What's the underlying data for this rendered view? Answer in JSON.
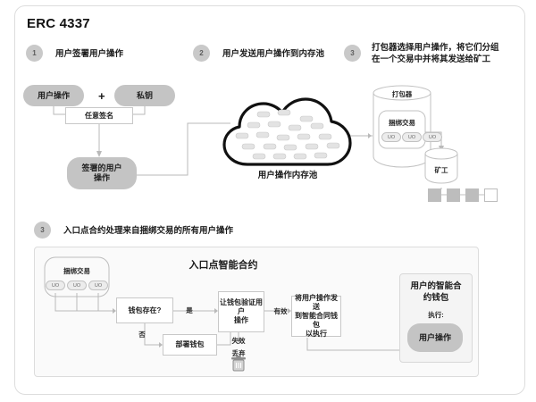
{
  "page": {
    "title": "ERC 4337",
    "background": "#ffffff",
    "frame_border": "#dddddd"
  },
  "colors": {
    "pill_fill": "#c4c4c4",
    "badge_fill": "#c9c9c9",
    "line": "#b9b9b9",
    "cloud_stroke": "#000000",
    "block_fill": "#bdbdbd"
  },
  "steps": [
    {
      "number": "1",
      "text": "用户签署用户操作"
    },
    {
      "number": "2",
      "text": "用户发送用户操作到内存池"
    },
    {
      "number": "3",
      "text": "打包器选择用户操作，将它们分组\n在一个交易中并将其发送给矿工"
    },
    {
      "number": "3",
      "text": "入口点合约处理来自捆绑交易的所有用户操作"
    }
  ],
  "step3_line1": "打包器选择用户操作，将它们分组",
  "step3_line2": "在一个交易中并将其发送给矿工",
  "step1_diagram": {
    "user_op": "用户操作",
    "plus": "+",
    "private_key": "私钥",
    "any_signature": "任意签名",
    "signed_user_op_line1": "签署的用户",
    "signed_user_op_line2": "操作"
  },
  "step2_diagram": {
    "mempool_caption": "用户操作内存池"
  },
  "step3_diagram": {
    "bundler": "打包器",
    "bundled_tx": "捆绑交易",
    "uo_items": [
      "UO",
      "UO",
      "UO"
    ],
    "miner": "矿工",
    "blocks": [
      "filled",
      "filled",
      "filled",
      "open"
    ]
  },
  "entrypoint": {
    "section_title": "入口点智能合约",
    "bundled_tx": "捆绑交易",
    "uo_items": [
      "UO",
      "UO",
      "UO"
    ],
    "wallet_exists": "钱包存在?",
    "yes": "是",
    "no": "否",
    "deploy_wallet": "部署钱包",
    "validate_line1": "让钱包验证用户",
    "validate_line2": "操作",
    "valid": "有效",
    "invalid": "失效",
    "discard": "丢弃",
    "send_line1": "将用户操作发送",
    "send_line2": "到智能合同钱包",
    "send_line3": "以执行"
  },
  "smart_wallet": {
    "title_line1": "用户的智能合",
    "title_line2": "约钱包",
    "execute_label": "执行:",
    "user_op": "用户操作"
  }
}
